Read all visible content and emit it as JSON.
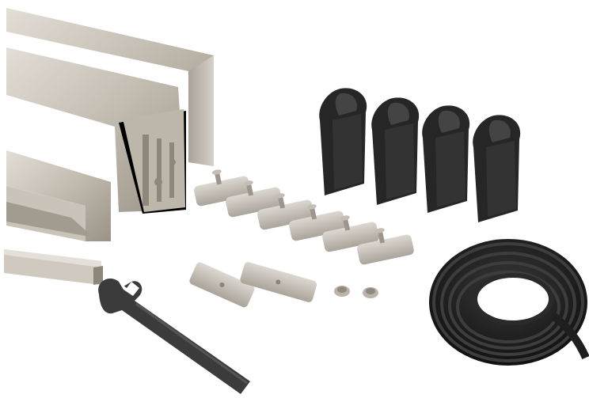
{
  "scene": {
    "subject": "product-photo-hardware-kit",
    "background_color": "#ffffff",
    "colors": {
      "aluminum_light": "#d8d3cb",
      "aluminum_mid": "#b9b2a7",
      "aluminum_dark": "#8f887d",
      "clip_black": "#2a2a2a",
      "clip_highlight": "#4a4a4a",
      "plate_light": "#cfcac2",
      "plate_dark": "#a39d93",
      "gasket_black": "#1f1f1f",
      "wrench_gray": "#3f3f3f"
    },
    "items": [
      {
        "name": "aluminum-channel-profile",
        "count": 2
      },
      {
        "name": "end-strip",
        "count": 1
      },
      {
        "name": "black-clip",
        "count": 4
      },
      {
        "name": "clamp-plate-with-bolt",
        "count": 6
      },
      {
        "name": "flat-plate",
        "count": 2
      },
      {
        "name": "set-screw",
        "count": 2
      },
      {
        "name": "rubber-gasket-coil",
        "count": 1
      },
      {
        "name": "wrench",
        "count": 1
      }
    ]
  }
}
